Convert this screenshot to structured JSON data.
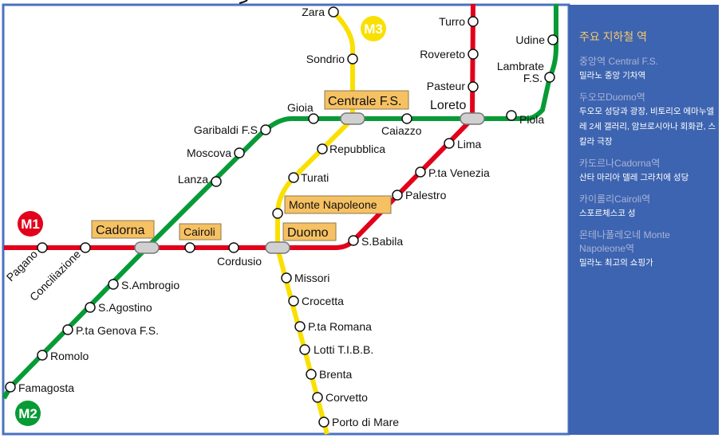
{
  "colors": {
    "m1": "#e2001a",
    "m2": "#079b36",
    "m3": "#f9e000",
    "panel": "#3d64b0",
    "box": "#f6c163"
  },
  "lines": {
    "m1": "M1",
    "m2": "M2",
    "m3": "M3"
  },
  "stations": {
    "zara": "Zara",
    "sondrio": "Sondrio",
    "centrale": "Centrale F.S.",
    "repubblica": "Repubblica",
    "turati": "Turati",
    "montenapoleone": "Monte Napoleone",
    "duomo": "Duomo",
    "missori": "Missori",
    "crocetta": "Crocetta",
    "ptaromana": "P.ta Romana",
    "lotti": "Lotti T.I.B.B.",
    "brenta": "Brenta",
    "corvetto": "Corvetto",
    "portodimare": "Porto di Mare",
    "pagano": "Pagano",
    "conciliazione": "Conciliazione",
    "cadorna": "Cadorna",
    "cairoli": "Cairoli",
    "cordusio": "Cordusio",
    "sbabila": "S.Babila",
    "palestro": "Palestro",
    "ptavenezia": "P.ta Venezia",
    "lima": "Lima",
    "loreto": "Loreto",
    "pasteur": "Pasteur",
    "rovereto": "Rovereto",
    "turro": "Turro",
    "famagosta": "Famagosta",
    "romolo": "Romolo",
    "ptagenova": "P.ta Genova F.S.",
    "sagostino": "S.Agostino",
    "sambrogio": "S.Ambrogio",
    "lanza": "Lanza",
    "moscova": "Moscova",
    "garibaldi": "Garibaldi F.S",
    "gioia": "Gioia",
    "caiazzo": "Caiazzo",
    "piola": "Piola",
    "lambrate1": "Lambrate",
    "lambrate2": "F.S.",
    "udine": "Udine"
  },
  "sidebar": {
    "title": "주요 지하철 역",
    "items": [
      {
        "name": "중앙역 Central F.S.",
        "desc": "밀라노 중앙 기차역"
      },
      {
        "name": "두오모Duomo역",
        "desc": "두오모 성당과 광장, 비토리오 에마누엘레 2세 갤러리, 암브로시아나 회화관, 스칼라 극장"
      },
      {
        "name": "카도르나Cadorna역",
        "desc": "산타 마리아 델레 그라치에 성당"
      },
      {
        "name": "카이롤리Cairoli역",
        "desc": "스포르체스코 성"
      },
      {
        "name": "몬테나폴레오네 Monte Napoleone역",
        "desc": "밀라노 최고의 쇼핑가"
      }
    ]
  }
}
